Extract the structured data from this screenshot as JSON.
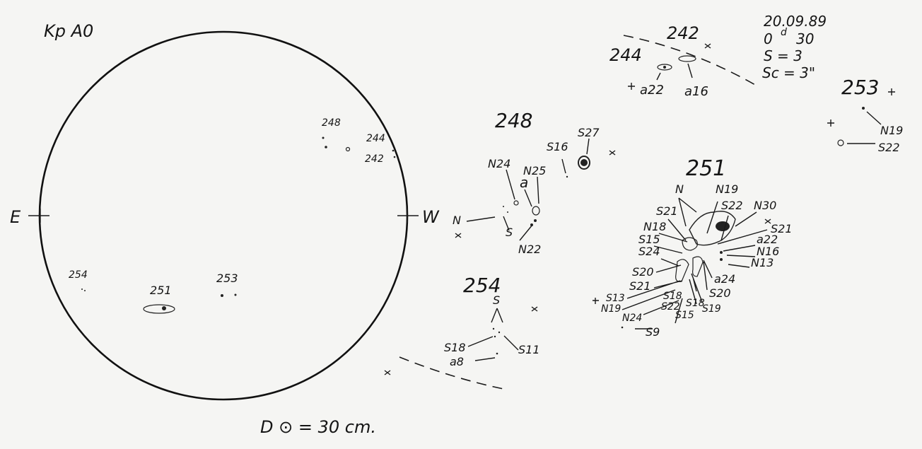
{
  "title": "Kp A0",
  "header": {
    "date": "20.09.89",
    "time_h": "0",
    "time_unit": "d",
    "time_m": "30",
    "seeing": "S = 3",
    "scale": "Sc = 3\""
  },
  "disk": {
    "east": "E",
    "west": "W",
    "labels": [
      "248",
      "244",
      "242",
      "254",
      "251",
      "253"
    ]
  },
  "diameter_note": "D ⊙ = 30 cm.",
  "groups": {
    "g242_244": {
      "labels": [
        "242",
        "244",
        "a22",
        "a16"
      ]
    },
    "g253": {
      "labels": [
        "253",
        "N19",
        "S22"
      ]
    },
    "g248": {
      "labels": [
        "248",
        "S16",
        "S27",
        "N24",
        "N25",
        "a",
        "N",
        "S",
        "N22"
      ]
    },
    "g254": {
      "labels": [
        "254",
        "S",
        "S18",
        "S11",
        "a8"
      ]
    },
    "g251": {
      "labels": [
        "251",
        "N",
        "N19",
        "S21",
        "S22",
        "N30",
        "N18",
        "S21",
        "S15",
        "a22",
        "S24",
        "N16",
        "N13",
        "S20",
        "a24",
        "S21",
        "S20",
        "S13",
        "S18",
        "N19",
        "S22",
        "S18",
        "S19",
        "N24",
        "S15",
        "S9"
      ]
    }
  }
}
